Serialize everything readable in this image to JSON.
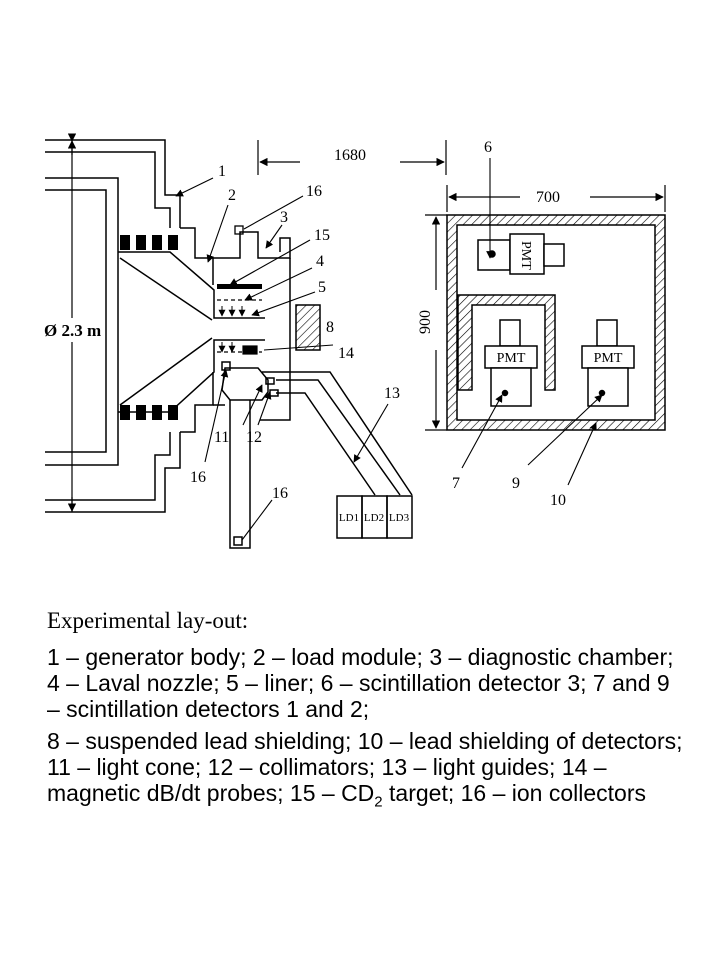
{
  "diagram": {
    "labels": {
      "l1": "1",
      "l2": "2",
      "l3": "3",
      "l4": "4",
      "l5": "5",
      "l6": "6",
      "l7": "7",
      "l8": "8",
      "l9": "9",
      "l10": "10",
      "l11": "11",
      "l12": "12",
      "l13": "13",
      "l14": "14",
      "l15": "15",
      "l16a": "16",
      "l16b": "16",
      "l16c": "16"
    },
    "dims": {
      "d1680": "1680",
      "d700": "700",
      "d900": "900",
      "diameter": "Ø 2.3 m"
    },
    "pmt": "PMT",
    "light_detectors": [
      "LD1",
      "LD2",
      "LD3"
    ]
  },
  "caption": {
    "title": "Experimental lay-out:",
    "para1": "1 – generator body; 2 – load module; 3 – diagnostic chamber; 4 – Laval nozzle; 5 – liner; 6 – scintillation detector 3; 7 and 9 – scintillation detectors 1 and 2;",
    "para2_before": "8 – suspended lead shielding; 10 – lead shielding of detectors; 11 – light cone; 12 – collimators; 13 – light guides; 14 – magnetic dB/dt probes; 15 – CD",
    "para2_sub": "2",
    "para2_after": " target; 16 – ion collectors"
  }
}
